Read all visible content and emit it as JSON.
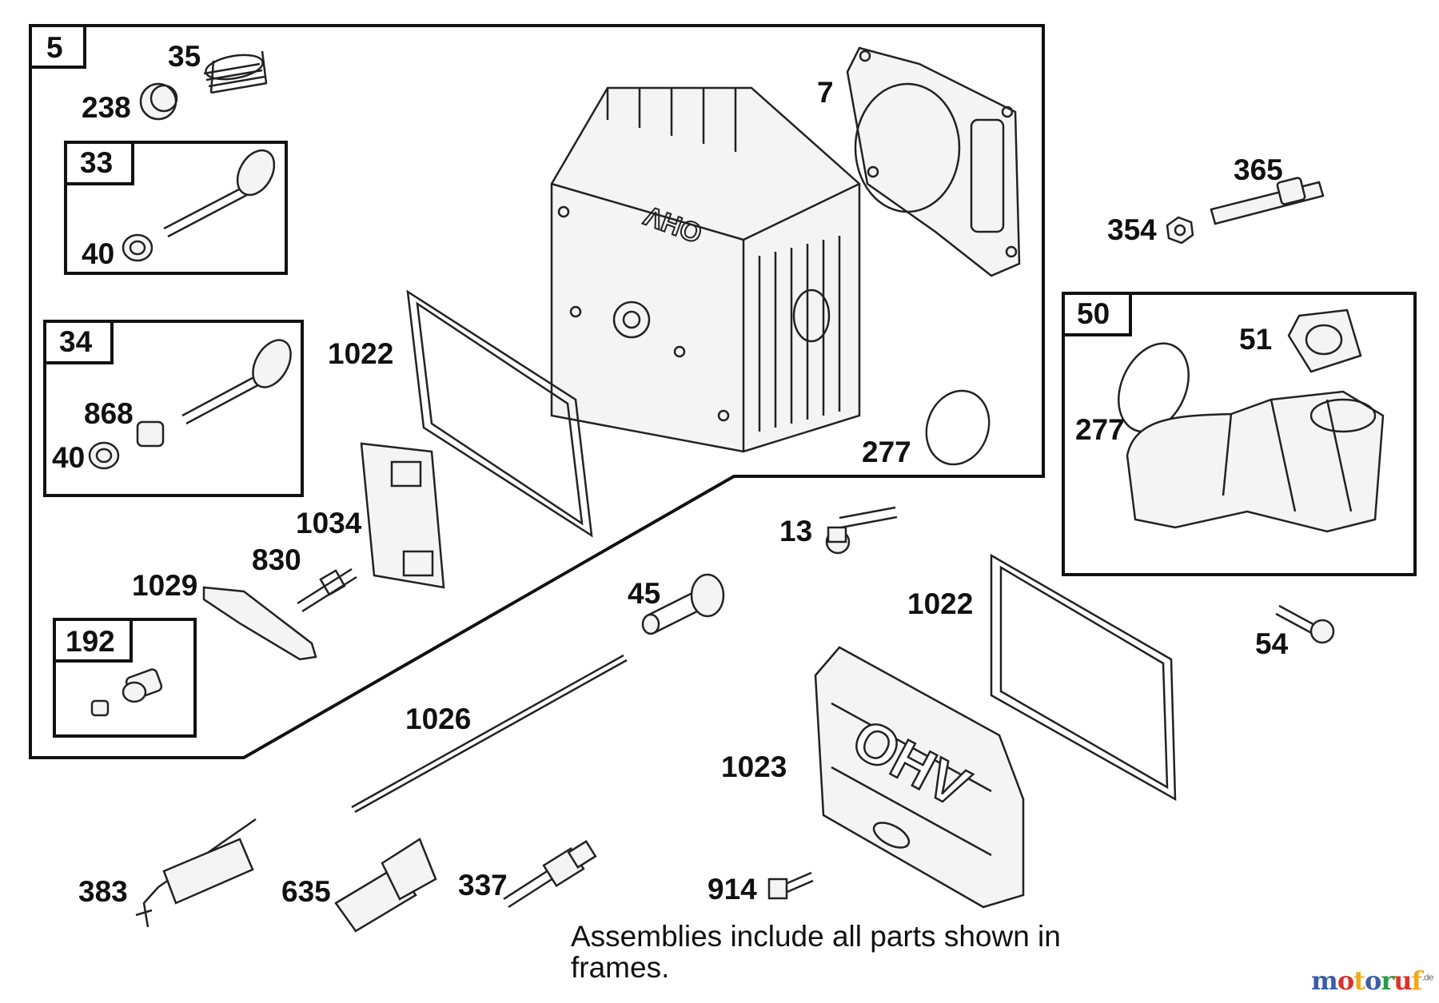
{
  "frames": [
    {
      "id": "5",
      "label": "5"
    },
    {
      "id": "33",
      "label": "33"
    },
    {
      "id": "34",
      "label": "34"
    },
    {
      "id": "192",
      "label": "192"
    },
    {
      "id": "50",
      "label": "50"
    }
  ],
  "labels": {
    "p35": "35",
    "p238": "238",
    "p40a": "40",
    "p868": "868",
    "p40b": "40",
    "p7": "7",
    "p1022a": "1022",
    "p277a": "277",
    "p1034": "1034",
    "p830": "830",
    "p1029": "1029",
    "p365": "365",
    "p354": "354",
    "p51": "51",
    "p277b": "277",
    "p13": "13",
    "p45": "45",
    "p1022b": "1022",
    "p54": "54",
    "p1026": "1026",
    "p1023": "1023",
    "p383": "383",
    "p635": "635",
    "p337": "337",
    "p914": "914"
  },
  "note": {
    "line1": "Assemblies include all parts shown in",
    "line2": "frames."
  },
  "watermark": {
    "letters": [
      "m",
      "o",
      "t",
      "o",
      "r",
      "u",
      "f"
    ],
    "colors": [
      "#3a5da8",
      "#d8332b",
      "#f2a81d",
      "#3a5da8",
      "#2e9a48",
      "#d8332b",
      "#f2a81d"
    ],
    "suffix": ".de"
  },
  "casting_text": "OHV"
}
